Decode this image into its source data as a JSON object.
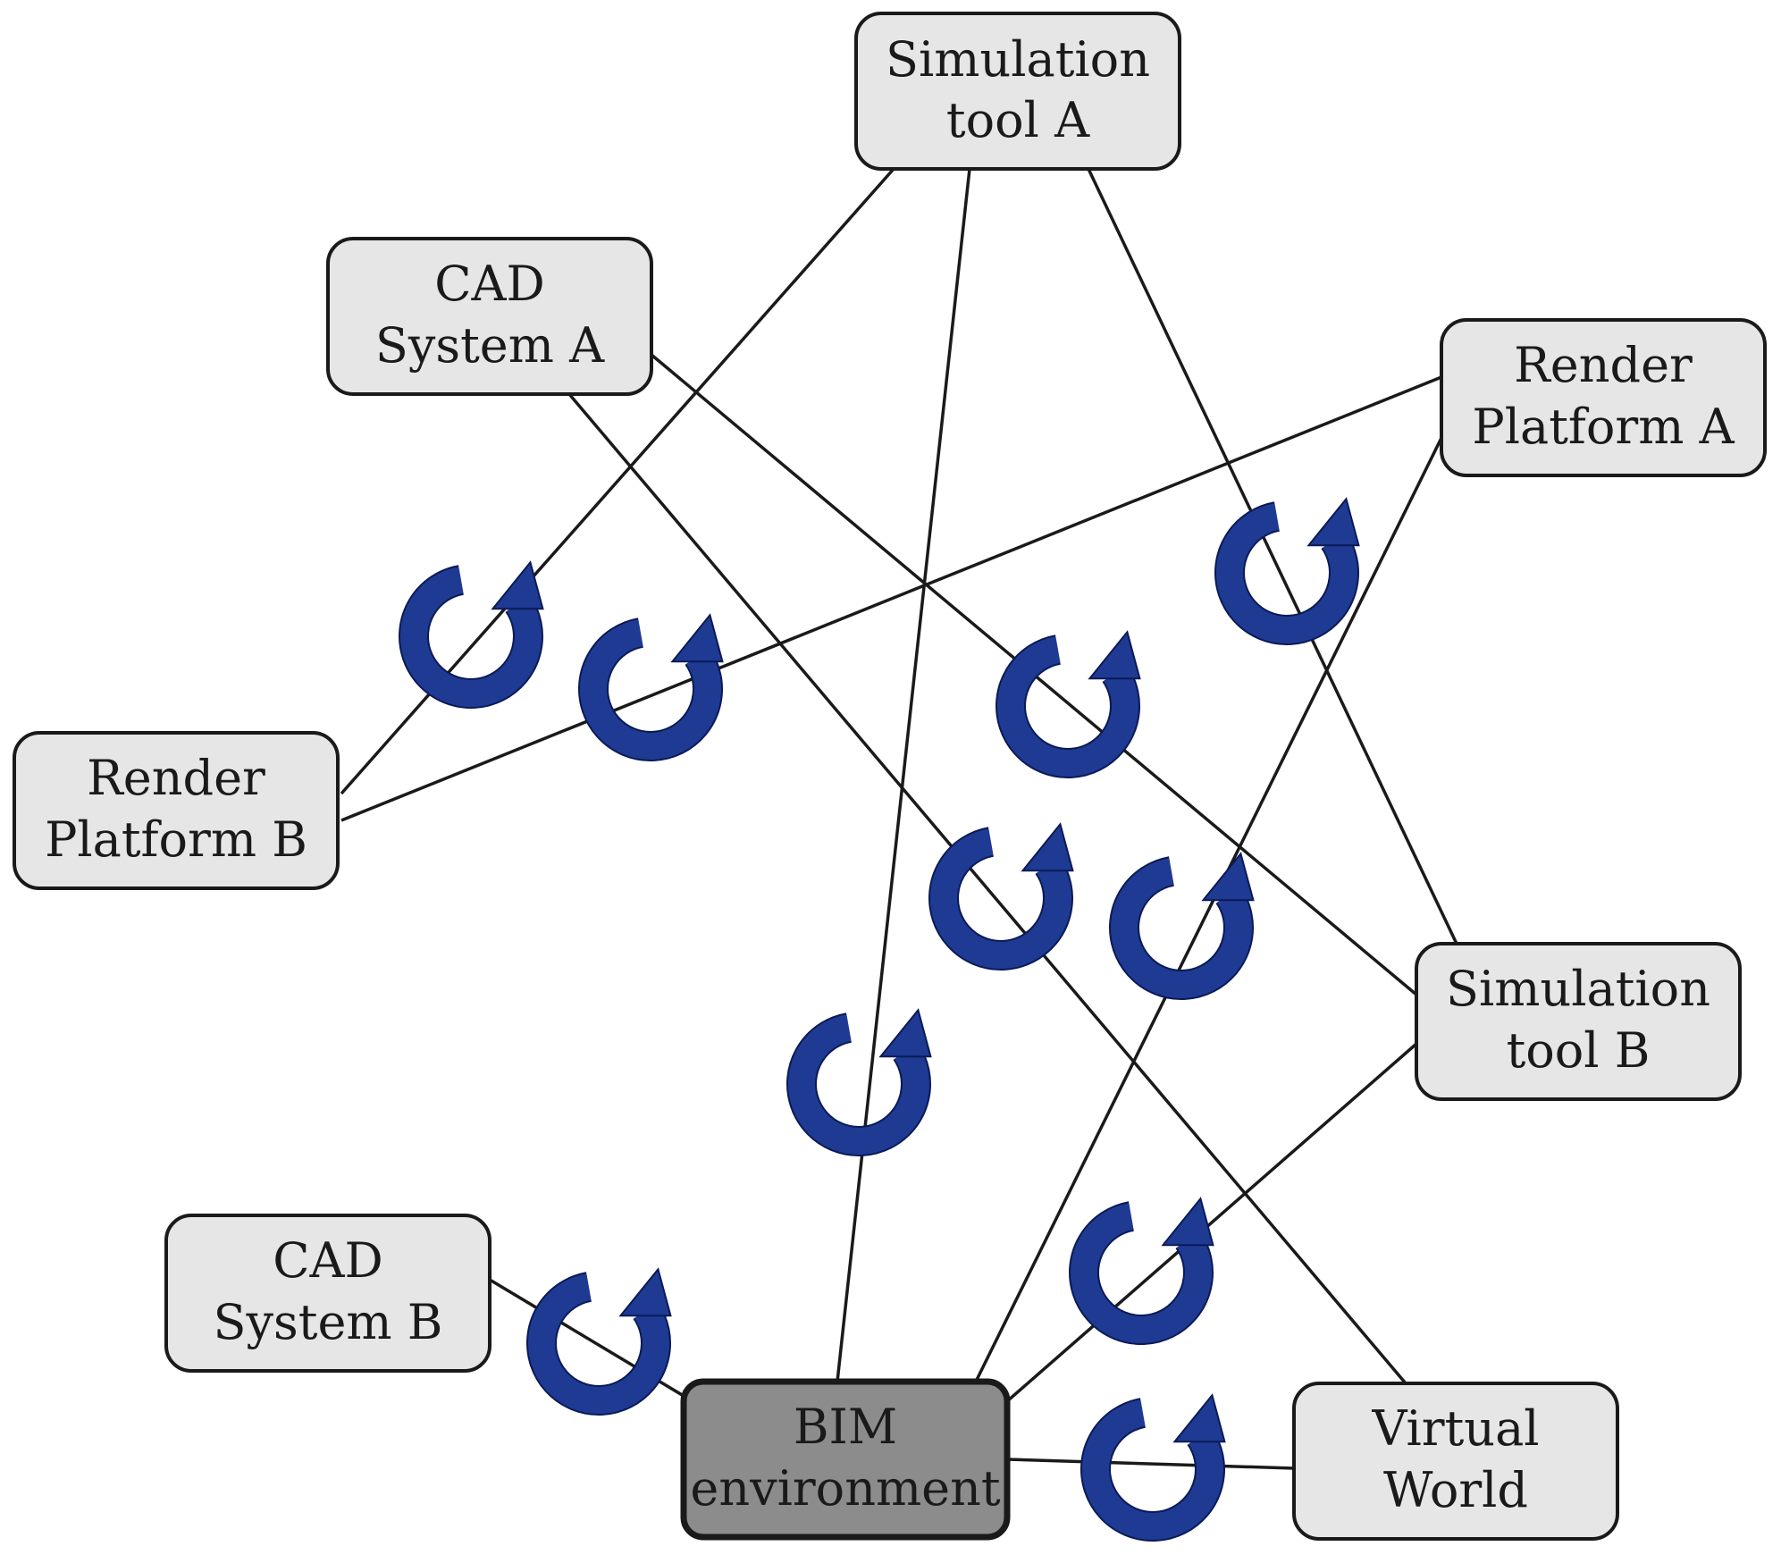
{
  "nodes": {
    "simulation_tool_a": {
      "line1": "Simulation",
      "line2": "tool A"
    },
    "cad_system_a": {
      "line1": "CAD",
      "line2": "System A"
    },
    "render_platform_a": {
      "line1": "Render",
      "line2": "Platform A"
    },
    "render_platform_b": {
      "line1": "Render",
      "line2": "Platform B"
    },
    "simulation_tool_b": {
      "line1": "Simulation",
      "line2": "tool B"
    },
    "cad_system_b": {
      "line1": "CAD",
      "line2": "System B"
    },
    "bim_environment": {
      "line1": "BIM",
      "line2": "environment"
    },
    "virtual_world": {
      "line1": "Virtual",
      "line2": "World"
    }
  },
  "edges": [
    {
      "from": "simulation_tool_a",
      "to": "render_platform_b"
    },
    {
      "from": "simulation_tool_a",
      "to": "bim_environment"
    },
    {
      "from": "simulation_tool_a",
      "to": "simulation_tool_b"
    },
    {
      "from": "cad_system_a",
      "to": "simulation_tool_b"
    },
    {
      "from": "cad_system_a",
      "to": "virtual_world"
    },
    {
      "from": "render_platform_a",
      "to": "render_platform_b"
    },
    {
      "from": "render_platform_a",
      "to": "bim_environment"
    },
    {
      "from": "simulation_tool_b",
      "to": "bim_environment"
    },
    {
      "from": "cad_system_b",
      "to": "bim_environment"
    },
    {
      "from": "bim_environment",
      "to": "virtual_world"
    }
  ],
  "colors": {
    "node_fill": "#e6e6e6",
    "central_node_fill": "#8c8c8c",
    "cycle_icon": "#1f3a93",
    "edge": "#1a1a1a"
  },
  "icons": {
    "cycle": "circular-arrow-icon"
  }
}
